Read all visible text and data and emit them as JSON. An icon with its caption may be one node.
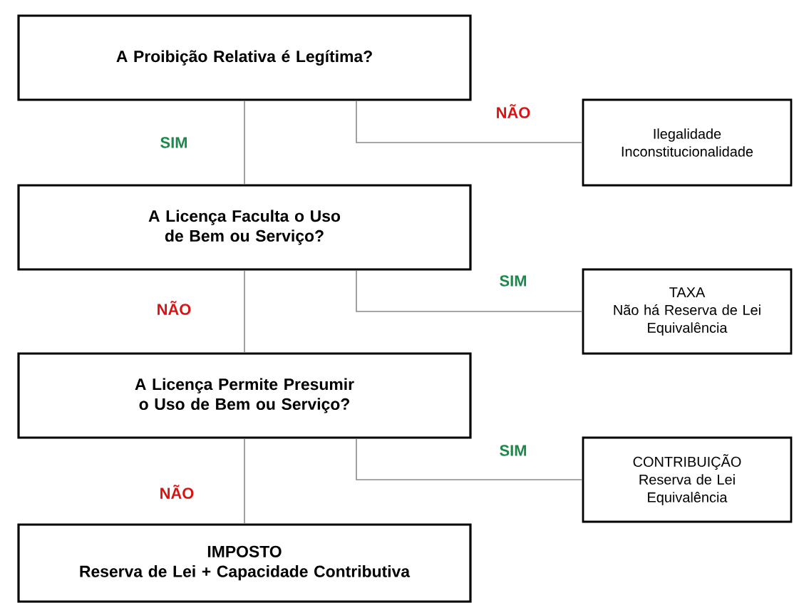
{
  "diagram": {
    "nodes": [
      {
        "text": [
          "A Proibição Relativa é Legítima?"
        ]
      },
      {
        "text": [
          "A Licença Faculta o Uso de Bem ou Serviço?"
        ]
      },
      {
        "text": [
          "A Licença Permite Presumir o Uso de Bem ou Serviço?"
        ]
      },
      {
        "text": [
          "IMPOSTO",
          "Reserva de Lei + Capacidade Contributiva"
        ]
      },
      {
        "text": [
          "Ilegalidade",
          "Inconstitucionalidade"
        ]
      },
      {
        "text": [
          "TAXA",
          "Não há Reserva de Lei",
          "Equivalência"
        ]
      },
      {
        "text": [
          "CONTRIBUIÇÃO",
          "Reserva de Lei",
          "Equivalência"
        ]
      }
    ],
    "edges": [
      {
        "from": 0,
        "to": 1,
        "label": "SIM",
        "arrow": "none"
      },
      {
        "from": 0,
        "to": 4,
        "label": "NÃO",
        "arrow": "none"
      },
      {
        "from": 1,
        "to": 5,
        "label": "SIM",
        "arrow": "none"
      },
      {
        "from": 1,
        "to": 2,
        "label": "NÃO",
        "arrow": "none"
      },
      {
        "from": 2,
        "to": 6,
        "label": "SIM",
        "arrow": "none"
      },
      {
        "from": 2,
        "to": 3,
        "label": "NÃO",
        "arrow": "none"
      }
    ]
  }
}
